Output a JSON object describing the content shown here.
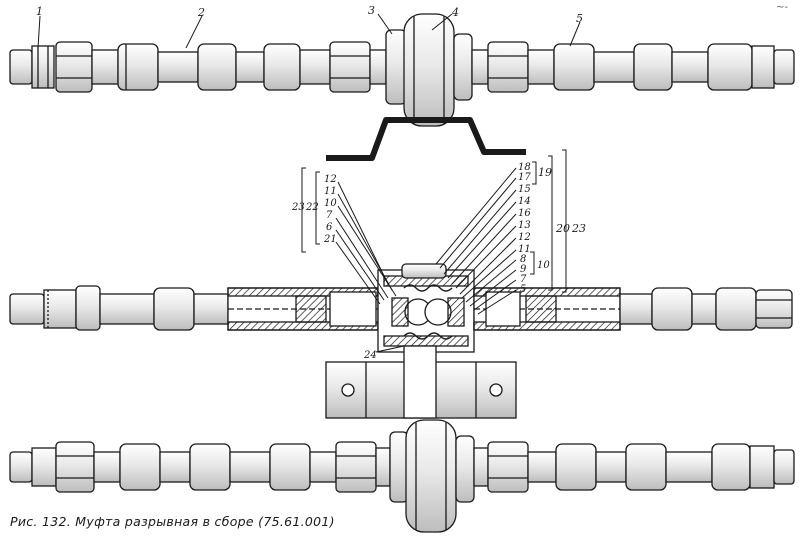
{
  "figure": {
    "caption": "Рис. 132. Муфта разрывная в сборе (75.61.001)",
    "corner_mark": "~-"
  },
  "callouts_top": [
    "1",
    "2",
    "3",
    "4",
    "5"
  ],
  "callouts_left": {
    "group_23": "23",
    "group_22": "22",
    "items": [
      "12",
      "11",
      "10",
      "7",
      "6",
      "21"
    ]
  },
  "callouts_right": {
    "items": [
      "18",
      "17",
      "15",
      "14",
      "16",
      "13",
      "12",
      "11",
      "8",
      "9",
      "7",
      "5"
    ],
    "group_19": "19",
    "group_20": "20",
    "group_23": "23",
    "group_10": "10"
  },
  "callout_bottom": "24",
  "colors": {
    "ink": "#1a1a1a",
    "paper": "#ffffff",
    "shade": "#9a9a9a"
  }
}
